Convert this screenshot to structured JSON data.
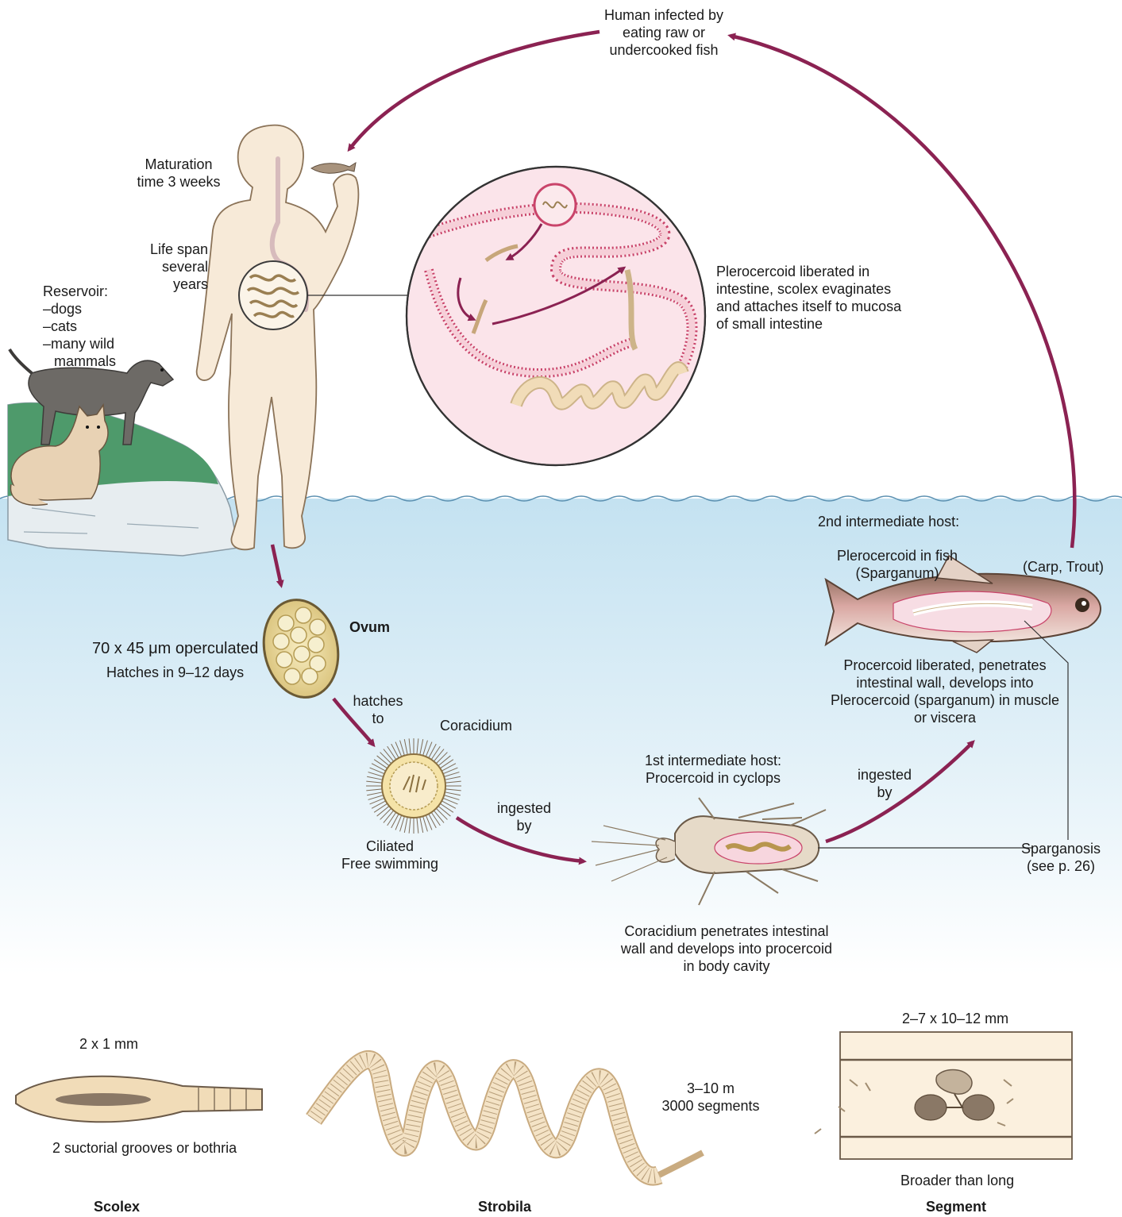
{
  "colors": {
    "arrow": "#8b2252",
    "water": "#cfe7f3",
    "skin": "#f6e6cf",
    "tissue": "#f4c9d2",
    "worm": "#f1dcb8",
    "egg": "#ecd890"
  },
  "labels": {
    "human_infected": [
      "Human infected by",
      "eating raw or",
      "undercooked fish"
    ],
    "maturation": [
      "Maturation",
      "time 3 weeks"
    ],
    "life_span": [
      "Life span",
      "several",
      "years"
    ],
    "reservoir": [
      "Reservoir:",
      "–dogs",
      "–cats",
      "–many wild",
      "mammals"
    ],
    "plerocercoid_liberated": [
      "Plerocercoid liberated in",
      "intestine, scolex evaginates",
      "and attaches itself to mucosa",
      "of small intestine"
    ],
    "second_host": "2nd intermediate host:",
    "plerocercoid_fish": [
      "Plerocercoid in fish",
      "(Sparganum)"
    ],
    "carp_trout": "(Carp, Trout)",
    "procercoid_liberated": [
      "Procercoid liberated, penetrates",
      "intestinal wall, develops into",
      "Plerocercoid (sparganum) in muscle",
      "or viscera"
    ],
    "ovum": "Ovum",
    "ovum_size": "70 x 45 μm operculated",
    "hatch_days": "Hatches in 9–12 days",
    "hatches_to": [
      "hatches",
      "to"
    ],
    "coracidium": "Coracidium",
    "ciliated": [
      "Ciliated",
      "Free swimming"
    ],
    "ingested_by_1": [
      "ingested",
      "by"
    ],
    "first_host": [
      "1st intermediate host:",
      "Procercoid in cyclops"
    ],
    "ingested_by_2": [
      "ingested",
      "by"
    ],
    "sparganosis": [
      "Sparganosis",
      "(see p. 26)"
    ],
    "coracidium_penetrates": [
      "Coracidium penetrates intestinal",
      "wall and develops into procercoid",
      "in body cavity"
    ],
    "scolex_size": "2 x 1 mm",
    "scolex_desc": "2 suctorial grooves or bothria",
    "scolex_title": "Scolex",
    "strobila_size": [
      "3–10 m",
      "3000 segments"
    ],
    "strobila_title": "Strobila",
    "segment_size": "2–7 x 10–12 mm",
    "segment_desc": "Broader than long",
    "segment_title": "Segment"
  }
}
